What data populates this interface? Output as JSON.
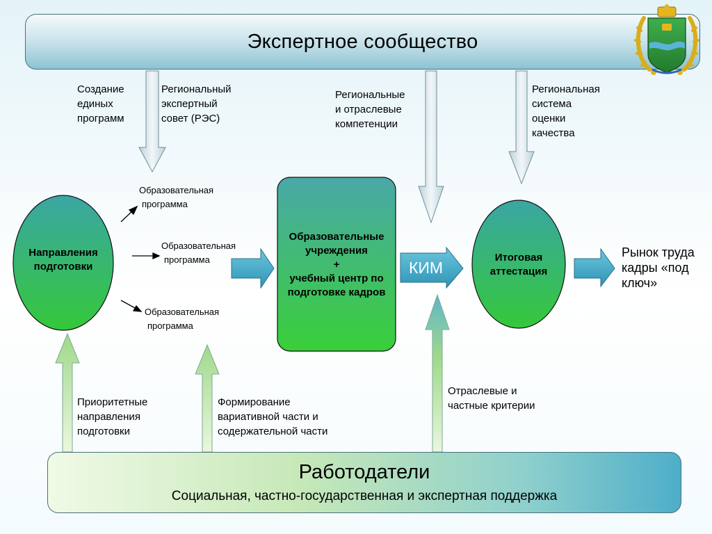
{
  "top": {
    "title": "Экспертное сообщество"
  },
  "labels": {
    "create_programs": [
      "Создание",
      "единых",
      "программ"
    ],
    "res": [
      "Региональный",
      "экспертный",
      "совет (РЭС)"
    ],
    "competencies": [
      "Региональные",
      "и отраслевые",
      "компетенции"
    ],
    "quality": [
      "Региональная",
      "система",
      "оценки",
      "качества"
    ]
  },
  "left_ellipse": {
    "lines": [
      "Направления",
      "подготовки"
    ]
  },
  "programs": [
    [
      "Образовательная",
      "программа"
    ],
    [
      "Образовательная",
      "программа"
    ],
    [
      "Образовательная",
      "программа"
    ]
  ],
  "institutions": {
    "lines": [
      "Образовательные",
      "учреждения",
      "+",
      "учебный центр по",
      "подготовке кадров"
    ]
  },
  "kim": "КИМ",
  "final_ellipse": {
    "lines": [
      "Итоговая",
      "аттестация"
    ]
  },
  "market": [
    "Рынок труда",
    "кадры «под",
    "ключ»"
  ],
  "bottom_labels": {
    "priority": [
      "Приоритетные",
      "направления",
      "подготовки"
    ],
    "variative": [
      "Формирование",
      "вариативной части и",
      "содержательной части"
    ],
    "criteria": [
      "Отраслевые и",
      "частные критерии"
    ]
  },
  "bottom": {
    "title": "Работодатели",
    "subtitle": "Социальная, частно-государственная и экспертная поддержка"
  },
  "colors": {
    "arrow_blue": "#3aa9c9",
    "arrow_gray_fill": "#e6eef1",
    "green_box_top": "#4aa8a8",
    "green_box_bottom": "#39cf39",
    "crest_green": "#2e9a3c",
    "crest_gold": "#e0b419"
  },
  "icons": {
    "crest": "coat-of-arms-icon"
  }
}
